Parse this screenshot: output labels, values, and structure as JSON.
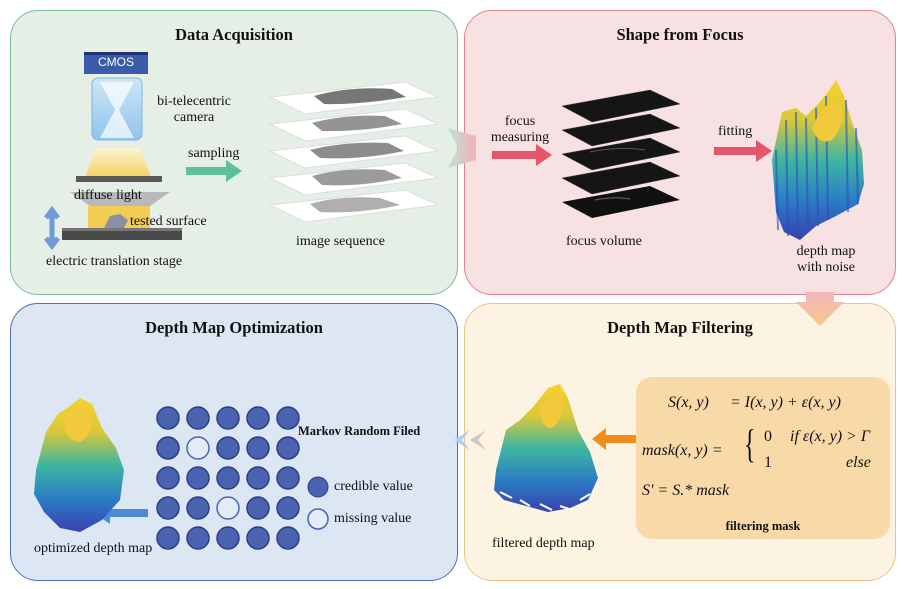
{
  "panels": {
    "acquisition": {
      "title": "Data Acquisition",
      "cmos": "CMOS",
      "camera": "bi-telecentric\ncamera",
      "sampling": "sampling",
      "diffuse_light": "diffuse light",
      "tested_surface": "tested surface",
      "stage": "electric translation stage",
      "image_sequence": "image sequence"
    },
    "shape_from_focus": {
      "title": "Shape from Focus",
      "focus_measuring": "focus\nmeasuring",
      "fitting": "fitting",
      "focus_volume": "focus volume",
      "depth_map_noise": "depth map\nwith noise"
    },
    "optimization": {
      "title": "Depth Map Optimization",
      "mrf": "Markov Random Filed",
      "credible": "credible value",
      "missing": "missing value",
      "optimized": "optimized depth map"
    },
    "filtering": {
      "title": "Depth Map Filtering",
      "filtered": "filtered depth map",
      "mask_caption": "filtering mask",
      "eq1_lhs": "S(x, y)",
      "eq1_rhs": "= I(x, y) + ε(x, y)",
      "eq2_lhs": "mask(x, y) =",
      "eq2_case1_val": "0",
      "eq2_case1_cond": "if ε(x, y) > Γ",
      "eq2_case2_val": "1",
      "eq2_case2_cond": "else",
      "eq3": "S' = S.* mask"
    }
  },
  "grid": {
    "rows": 5,
    "cols": 5,
    "missing_cells": [
      [
        1,
        1
      ],
      [
        3,
        2
      ]
    ]
  },
  "colors": {
    "acq_bg": "#e6efe6",
    "sff_bg": "#f8e1e3",
    "opt_bg": "#dde6f3",
    "filt_bg": "#fdf3e2",
    "node_fill": "#4a63b0",
    "arrow_green": "#5cc09a",
    "arrow_red": "#e4566a",
    "arrow_orange": "#f08c1a",
    "arrow_blue": "#4a8bd6"
  }
}
